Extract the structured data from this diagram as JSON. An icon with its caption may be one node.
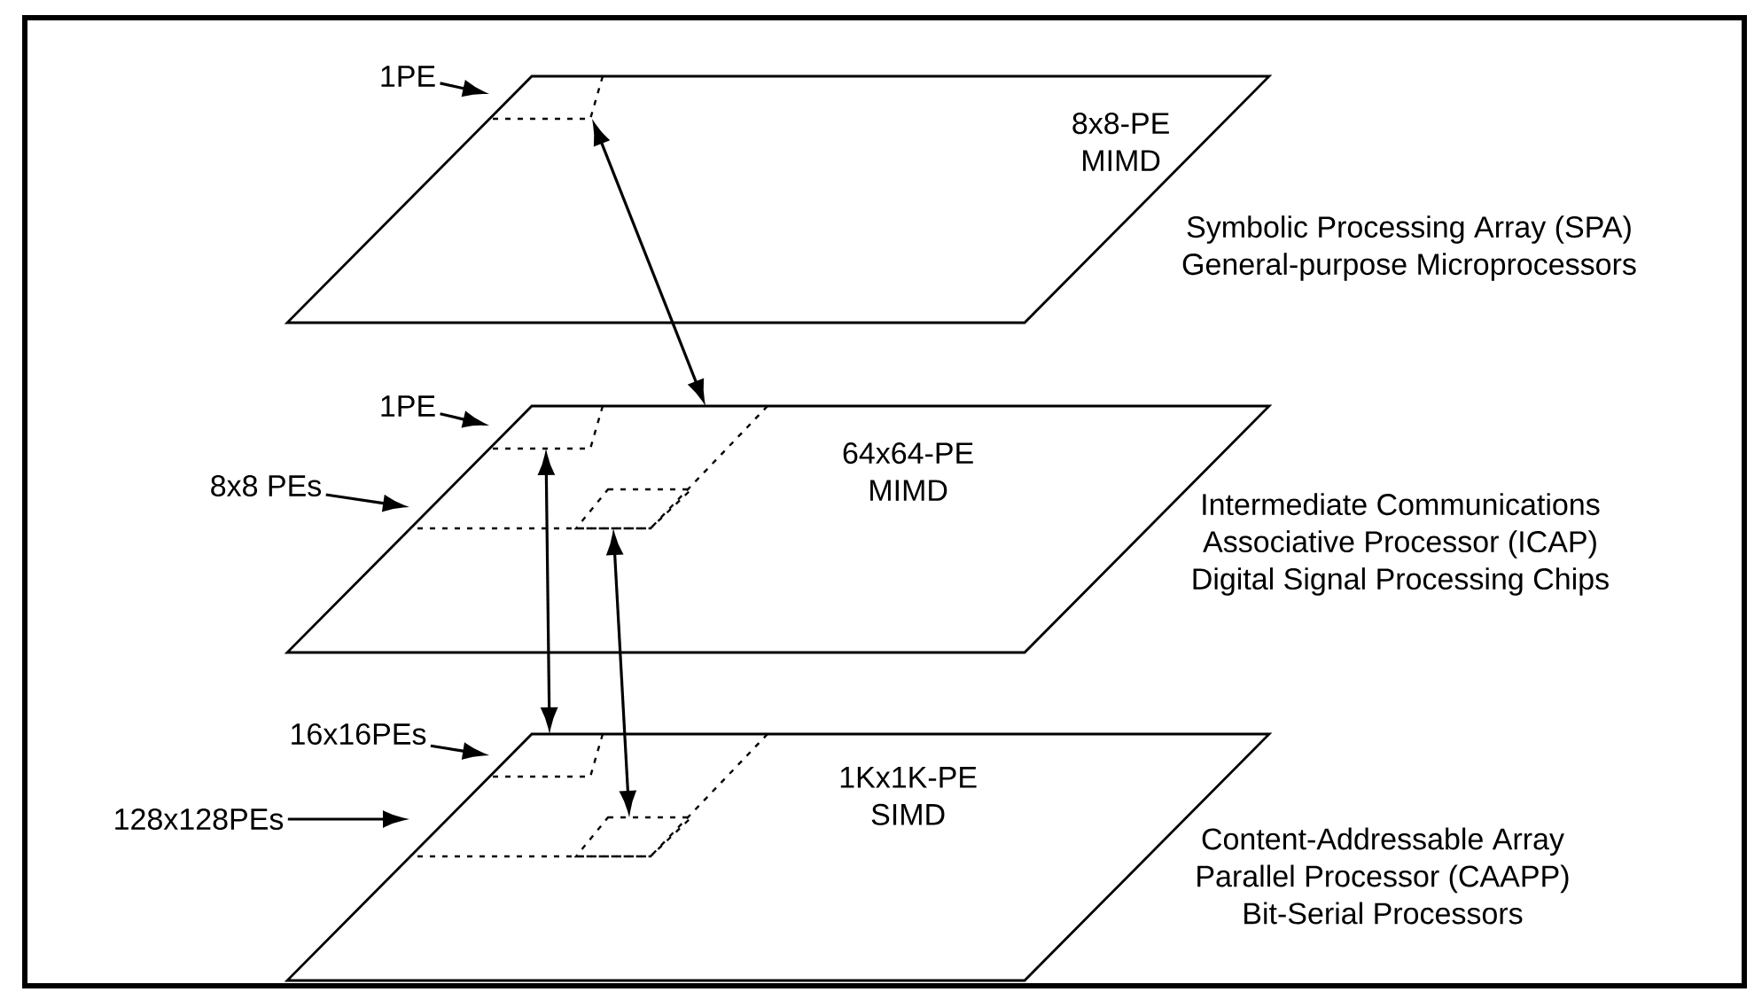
{
  "diagram": {
    "nodes": [
      {
        "text": [
          "8x8-PE MIMD"
        ],
        "beside": [
          "Symbolic Processing Array (SPA)",
          "General-purpose Microprocessors"
        ]
      },
      {
        "text": [],
        "shape": "box",
        "in": 0
      },
      {
        "text": [
          "64x64-PE MIMD"
        ],
        "beside": [
          "Intermediate Communications",
          "Associative Processor (ICAP)",
          "Digital Signal Processing Chips"
        ]
      },
      {
        "text": [],
        "shape": "box",
        "in": 2
      },
      {
        "text": [],
        "shape": "box",
        "in": 3
      },
      {
        "text": [],
        "shape": "box",
        "in": 3
      },
      {
        "text": [
          "1Kx1K-PE SIMD"
        ],
        "beside": [
          "Content-Addressable Array",
          "Parallel Processor (CAAPP)",
          "Bit-Serial Processors"
        ]
      },
      {
        "text": [],
        "shape": "box",
        "in": 6
      },
      {
        "text": [],
        "shape": "box",
        "in": 7
      },
      {
        "text": [],
        "shape": "box",
        "in": 7
      },
      {
        "text": [
          "1PE"
        ]
      },
      {
        "text": [
          "1PE"
        ]
      },
      {
        "text": [
          "8x8 PEs"
        ]
      },
      {
        "text": [
          "16x16PEs"
        ]
      },
      {
        "text": [
          "128x128PEs"
        ]
      }
    ],
    "edges": [
      {
        "from": 10,
        "to": 1,
        "arrow": "to"
      },
      {
        "from": 1,
        "to": 3,
        "arrow": "both"
      },
      {
        "from": 11,
        "to": 4,
        "arrow": "to"
      },
      {
        "from": 12,
        "to": 3,
        "arrow": "to"
      },
      {
        "from": 4,
        "to": 8,
        "arrow": "both"
      },
      {
        "from": 5,
        "to": 9,
        "arrow": "both"
      },
      {
        "from": 13,
        "to": 8,
        "arrow": "to"
      },
      {
        "from": 14,
        "to": 7,
        "arrow": "to"
      }
    ]
  }
}
